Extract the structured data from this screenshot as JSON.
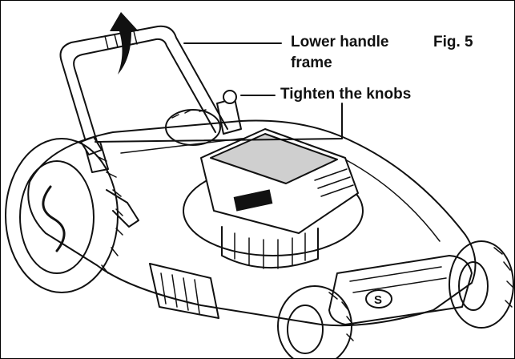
{
  "figure": {
    "fig_label": "Fig. 5",
    "callouts": {
      "lower_handle_line1": "Lower handle",
      "lower_handle_line2": "frame",
      "tighten_knobs": "Tighten the knobs"
    }
  },
  "colors": {
    "ink": "#111111",
    "background": "#ffffff",
    "shade": "#cfcfcf"
  },
  "logo": {
    "brand_mark": "S"
  }
}
